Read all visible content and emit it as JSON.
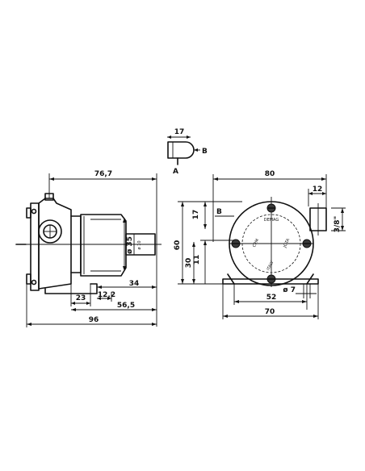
{
  "side_view": {
    "dims": {
      "width_top": "76,7",
      "bore_dia": "ø 35",
      "shaft_dia": "ø 10",
      "d34": "34",
      "d23": "23",
      "d12_2": "12,2",
      "d56_5": "56,5",
      "d96": "96"
    }
  },
  "port_detail": {
    "d17": "17",
    "label_a": "A",
    "label_b": "B"
  },
  "front_view": {
    "dims": {
      "width_80": "80",
      "d12": "12",
      "d17": "17",
      "label_b": "B",
      "height_60": "60",
      "d11": "11",
      "d30": "30",
      "thread": "3/8\"",
      "d52": "52",
      "hole_dia": "ø 7",
      "d70": "70"
    },
    "plate": {
      "top": "DEMAG",
      "left": "CPM",
      "right": "JOTA",
      "bottom": "ITALY"
    }
  }
}
